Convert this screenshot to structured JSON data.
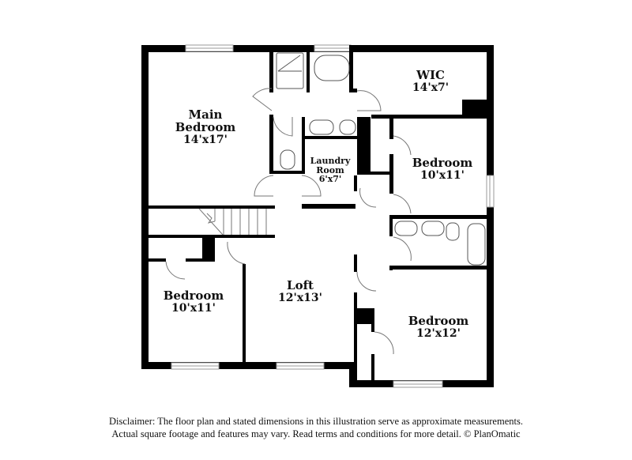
{
  "floorplan": {
    "rooms": [
      {
        "id": "main-bedroom",
        "name_line1": "Main",
        "name_line2": "Bedroom",
        "dimensions": "14'x17'"
      },
      {
        "id": "wic",
        "name": "WIC",
        "dimensions": "14'x7'"
      },
      {
        "id": "laundry-room",
        "name_line1": "Laundry",
        "name_line2": "Room",
        "dimensions": "6'x7'"
      },
      {
        "id": "bedroom-ne",
        "name": "Bedroom",
        "dimensions": "10'x11'"
      },
      {
        "id": "bedroom-sw",
        "name": "Bedroom",
        "dimensions": "10'x11'"
      },
      {
        "id": "loft",
        "name": "Loft",
        "dimensions": "12'x13'"
      },
      {
        "id": "bedroom-se",
        "name": "Bedroom",
        "dimensions": "12'x12'"
      }
    ],
    "colors": {
      "wall": "#000000",
      "fixture": "#555555",
      "window": "#c8c8c8",
      "background": "#ffffff"
    }
  },
  "disclaimer": {
    "line1": "Disclaimer: The floor plan and stated dimensions in this illustration serve as approximate measurements.",
    "line2": "Actual square footage and features may vary. Read terms and conditions for more detail. © PlanOmatic"
  }
}
